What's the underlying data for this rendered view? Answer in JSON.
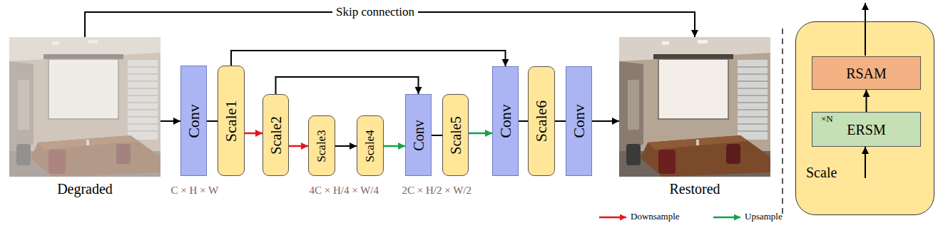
{
  "diagram": {
    "nodes": [
      {
        "text": [
          "Degraded"
        ]
      },
      {
        "text": [
          "Conv"
        ]
      },
      {
        "text": [
          "Scale1"
        ]
      },
      {
        "text": [
          "Scale2"
        ]
      },
      {
        "text": [
          "Scale3"
        ]
      },
      {
        "text": [
          "Scale4"
        ]
      },
      {
        "text": [
          "Conv"
        ]
      },
      {
        "text": [
          "Scale5"
        ]
      },
      {
        "text": [
          "Conv"
        ]
      },
      {
        "text": [
          "Scale6"
        ]
      },
      {
        "text": [
          "Conv"
        ]
      },
      {
        "text": [
          "Restored"
        ]
      },
      {
        "text": [
          "Scale"
        ]
      },
      {
        "text": [
          "RSAM"
        ],
        "in": 12
      },
      {
        "text": [
          "×N",
          "ERSM"
        ],
        "in": 12
      }
    ],
    "edges": [
      {
        "from": 0,
        "to": 1,
        "arrow": "to"
      },
      {
        "from": 1,
        "to": 2,
        "arrow": "none"
      },
      {
        "from": 2,
        "to": 3,
        "arrow": "to"
      },
      {
        "from": 3,
        "to": 4,
        "arrow": "to"
      },
      {
        "from": 4,
        "to": 5,
        "arrow": "to"
      },
      {
        "from": 5,
        "to": 6,
        "arrow": "to"
      },
      {
        "from": 6,
        "to": 7,
        "arrow": "none"
      },
      {
        "from": 7,
        "to": 8,
        "arrow": "to"
      },
      {
        "from": 8,
        "to": 9,
        "arrow": "none"
      },
      {
        "from": 9,
        "to": 10,
        "arrow": "none"
      },
      {
        "from": 10,
        "to": 11,
        "arrow": "to"
      },
      {
        "from": 0,
        "to": 11,
        "label": "Skip connection",
        "arrow": "to"
      },
      {
        "from": 2,
        "to": 8,
        "arrow": "to"
      },
      {
        "from": 3,
        "to": 6,
        "arrow": "to"
      },
      {
        "from": 14,
        "to": 13,
        "arrow": "to"
      }
    ],
    "labels": [
      "C × H × W",
      "4C × H/4 × W/4",
      "2C × H/2 × W/2"
    ],
    "legend": [
      {
        "text": "Downsample"
      },
      {
        "text": "Upsample"
      }
    ]
  }
}
